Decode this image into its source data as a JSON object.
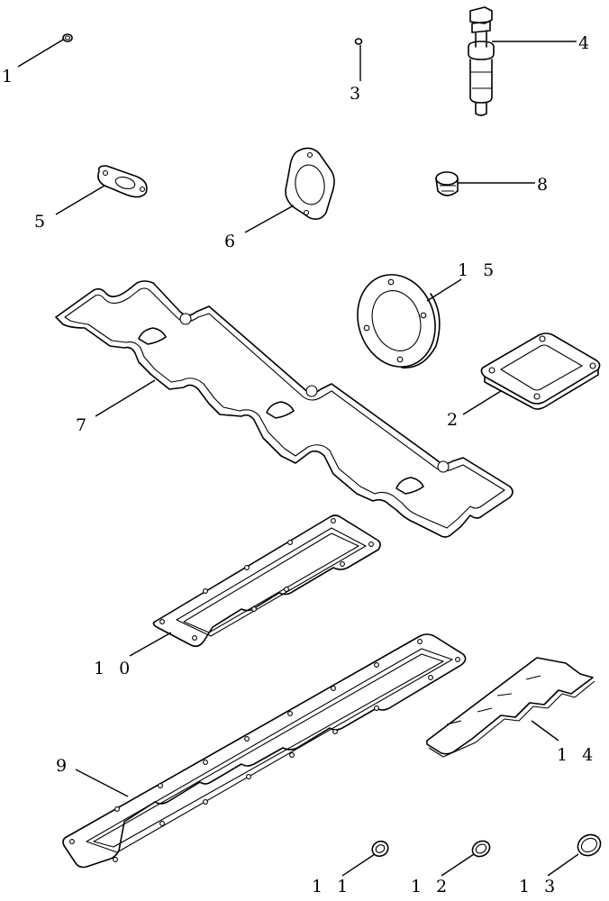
{
  "diagram": {
    "callouts": [
      {
        "id": "1",
        "label": "1"
      },
      {
        "id": "2",
        "label": "2"
      },
      {
        "id": "3",
        "label": "3"
      },
      {
        "id": "4",
        "label": "4"
      },
      {
        "id": "5",
        "label": "5"
      },
      {
        "id": "6",
        "label": "6"
      },
      {
        "id": "7",
        "label": "7"
      },
      {
        "id": "8",
        "label": "8"
      },
      {
        "id": "9",
        "label": "9"
      },
      {
        "id": "10",
        "label": "1 0"
      },
      {
        "id": "11",
        "label": "1 1"
      },
      {
        "id": "12",
        "label": "1 2"
      },
      {
        "id": "13",
        "label": "1 3"
      },
      {
        "id": "14",
        "label": "1 4"
      },
      {
        "id": "15",
        "label": "1 5"
      }
    ]
  }
}
